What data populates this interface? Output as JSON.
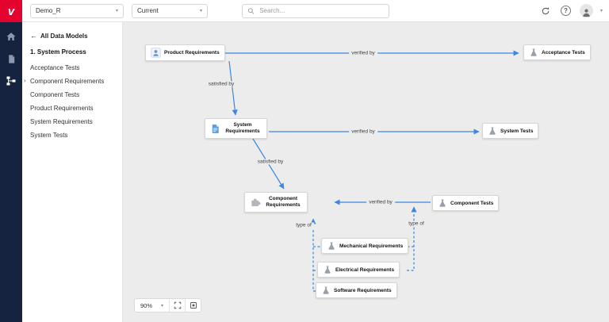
{
  "rail": {
    "logo_letter": "v"
  },
  "topbar": {
    "project": "Demo_R",
    "version": "Current",
    "search_placeholder": "Search..."
  },
  "sidebar": {
    "back": "All Data Models",
    "selected": "1. System Process",
    "items": [
      "Acceptance Tests",
      "Component Requirements",
      "Component Tests",
      "Product Requirements",
      "System Requirements",
      "System Tests"
    ]
  },
  "diagram": {
    "zoom": "90%",
    "nodes": {
      "product_requirements": {
        "label": "Product Requirements",
        "icon": "person-photo"
      },
      "acceptance_tests": {
        "label": "Acceptance Tests",
        "icon": "flask"
      },
      "system_requirements": {
        "label": "System Requirements",
        "icon": "document"
      },
      "system_tests": {
        "label": "System Tests",
        "icon": "flask"
      },
      "component_requirements": {
        "label": "Component Requirements",
        "icon": "puzzle"
      },
      "component_tests": {
        "label": "Component Tests",
        "icon": "flask"
      },
      "mechanical_requirements": {
        "label": "Mechanical Requirements",
        "icon": "flask"
      },
      "electrical_requirements": {
        "label": "Electrical Requirements",
        "icon": "flask"
      },
      "software_requirements": {
        "label": "Software Requirements",
        "icon": "flask"
      }
    },
    "edges": {
      "verified_by_1": "verified by",
      "verified_by_2": "verified by",
      "verified_by_3": "verified by",
      "satisfied_by_1": "satisfied by",
      "satisfied_by_2": "satisfied by",
      "type_of_left": "type of",
      "type_of_right": "type of"
    }
  },
  "colors": {
    "accent_blue": "#3d87e0",
    "rail_navy": "#16233f",
    "logo_red": "#e4032e",
    "canvas_gray": "#ececec"
  }
}
